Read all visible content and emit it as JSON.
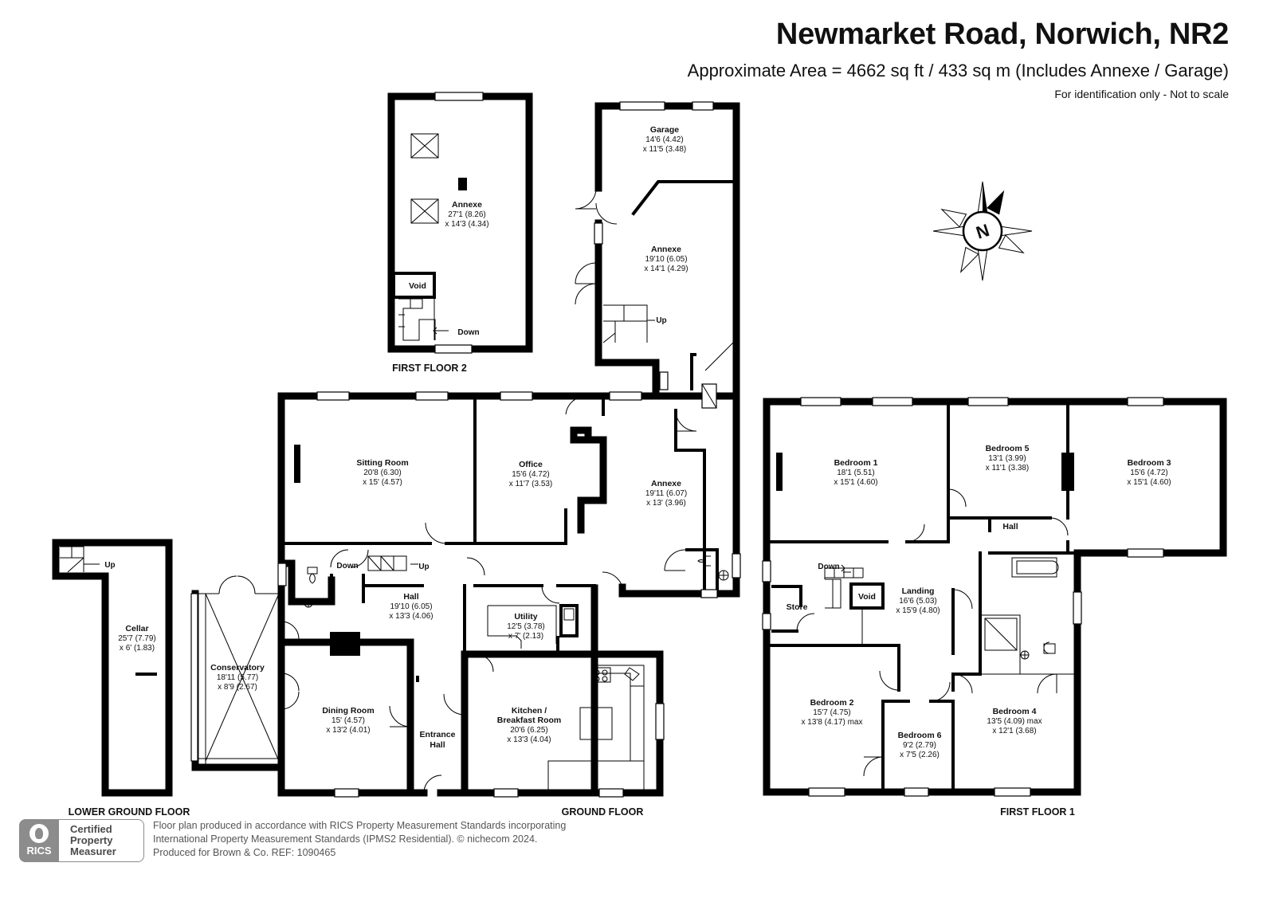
{
  "header": {
    "title": "Newmarket Road, Norwich, NR2",
    "area": "Approximate Area = 4662 sq ft / 433 sq m (Includes Annexe / Garage)",
    "identification": "For identification only - Not to scale"
  },
  "compass": {
    "letter": "N"
  },
  "floors": {
    "first_floor_2": "FIRST FLOOR 2",
    "lower_ground": "LOWER GROUND FLOOR",
    "ground": "GROUND FLOOR",
    "first_floor_1": "FIRST FLOOR 1"
  },
  "rooms": {
    "annexe_ff2": {
      "name": "Annexe",
      "dim1": "27'1 (8.26)",
      "dim2": "x 14'3 (4.34)"
    },
    "garage": {
      "name": "Garage",
      "dim1": "14'6 (4.42)",
      "dim2": "x 11'5 (3.48)"
    },
    "annexe_up": {
      "name": "Annexe",
      "dim1": "19'10 (6.05)",
      "dim2": "x 14'1 (4.29)"
    },
    "sitting_room": {
      "name": "Sitting Room",
      "dim1": "20'8 (6.30)",
      "dim2": "x 15' (4.57)"
    },
    "office": {
      "name": "Office",
      "dim1": "15'6 (4.72)",
      "dim2": "x 11'7 (3.53)"
    },
    "annexe_gf": {
      "name": "Annexe",
      "dim1": "19'11 (6.07)",
      "dim2": "x 13' (3.96)"
    },
    "hall_gf": {
      "name": "Hall",
      "dim1": "19'10 (6.05)",
      "dim2": "x 13'3 (4.06)"
    },
    "utility": {
      "name": "Utility",
      "dim1": "12'5 (3.78)",
      "dim2": "x 7' (2.13)"
    },
    "conservatory": {
      "name": "Conservatory",
      "dim1": "18'11 (5.77)",
      "dim2": "x 8'9 (2.67)"
    },
    "dining_room": {
      "name": "Dining Room",
      "dim1": "15' (4.57)",
      "dim2": "x 13'2 (4.01)"
    },
    "entrance_hall": {
      "name1": "Entrance",
      "name2": "Hall"
    },
    "kitchen": {
      "name1": "Kitchen /",
      "name2": "Breakfast Room",
      "dim1": "20'6 (6.25)",
      "dim2": "x 13'3 (4.04)"
    },
    "cellar": {
      "name": "Cellar",
      "dim1": "25'7 (7.79)",
      "dim2": "x 6' (1.83)"
    },
    "bedroom1": {
      "name": "Bedroom 1",
      "dim1": "18'1 (5.51)",
      "dim2": "x 15'1 (4.60)"
    },
    "bedroom5": {
      "name": "Bedroom 5",
      "dim1": "13'1 (3.99)",
      "dim2": "x 11'1 (3.38)"
    },
    "bedroom3": {
      "name": "Bedroom 3",
      "dim1": "15'6 (4.72)",
      "dim2": "x 15'1 (4.60)"
    },
    "hall_ff1": {
      "name": "Hall"
    },
    "landing": {
      "name": "Landing",
      "dim1": "16'6 (5.03)",
      "dim2": "x 15'9 (4.80)"
    },
    "store": {
      "name": "Store"
    },
    "bedroom2": {
      "name": "Bedroom 2",
      "dim1": "15'7 (4.75)",
      "dim2": "x 13'8 (4.17) max"
    },
    "bedroom6": {
      "name": "Bedroom 6",
      "dim1": "9'2 (2.79)",
      "dim2": "x 7'5 (2.26)"
    },
    "bedroom4": {
      "name": "Bedroom 4",
      "dim1": "13'5 (4.09) max",
      "dim2": "x 12'1 (3.68)"
    }
  },
  "labels": {
    "void": "Void",
    "up": "Up",
    "down": "Down"
  },
  "footer": {
    "badge": [
      "Certified",
      "Property",
      "Measurer"
    ],
    "logo": "RICS",
    "line1": "Floor plan produced in accordance with RICS Property Measurement Standards incorporating",
    "line2": "International Property Measurement Standards (IPMS2 Residential).   © nichecom 2024.",
    "line3": "Produced for Brown & Co.   REF:       1090465"
  }
}
